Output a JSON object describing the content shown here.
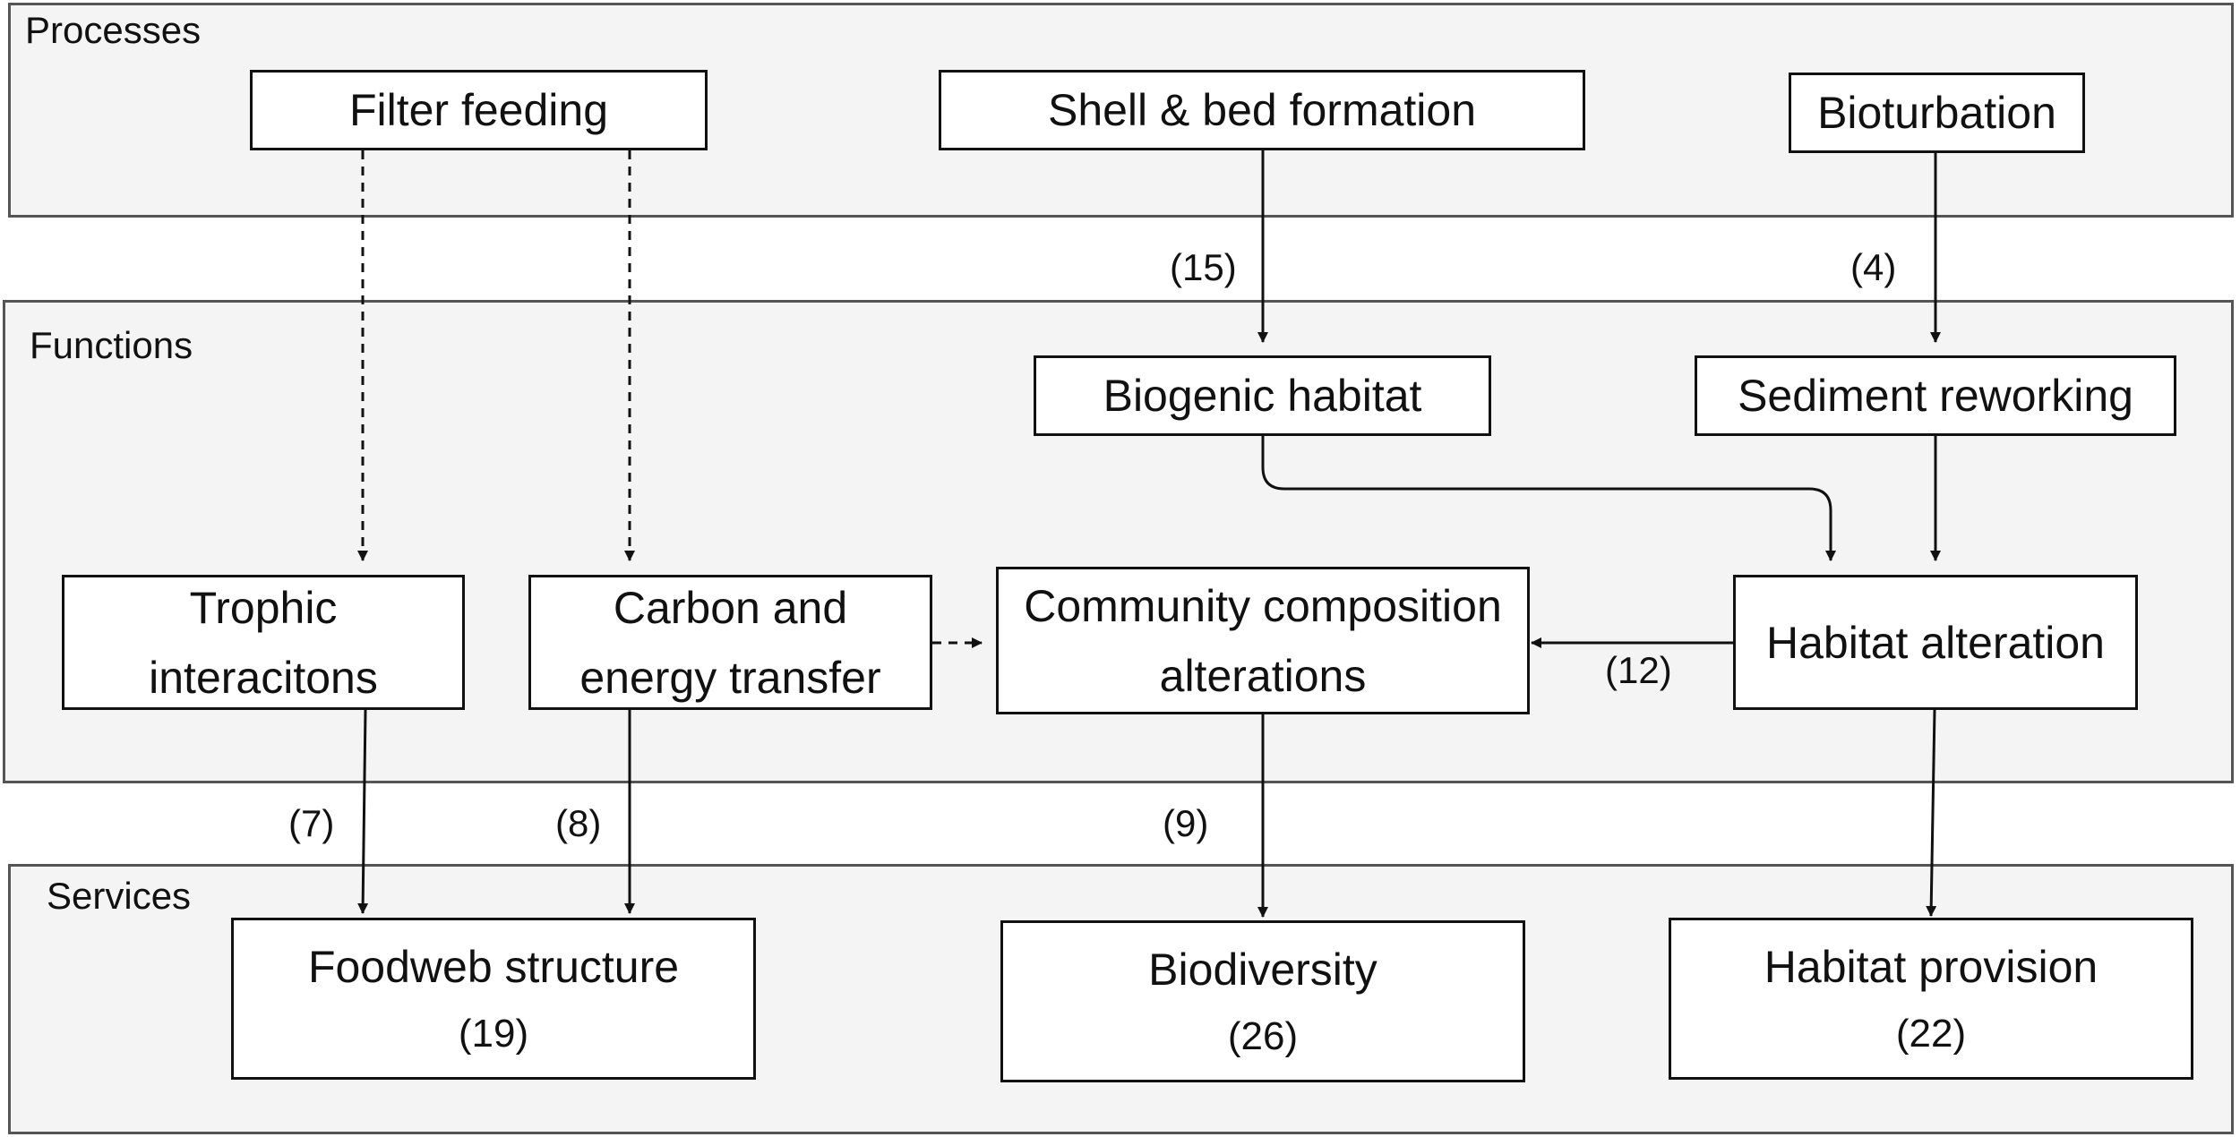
{
  "groups": {
    "processes": "Processes",
    "functions": "Functions",
    "services": "Services"
  },
  "nodes": {
    "filter_feeding": "Filter feeding",
    "shell_bed": "Shell & bed formation",
    "bioturbation": "Bioturbation",
    "biogenic_habitat": "Biogenic habitat",
    "sediment_reworking": "Sediment reworking",
    "trophic_line1": "Trophic",
    "trophic_line2": "interacitons",
    "carbon_line1": "Carbon and",
    "carbon_line2": "energy transfer",
    "community_line1": "Community composition",
    "community_line2": "alterations",
    "habitat_alteration": "Habitat alteration",
    "foodweb": "Foodweb structure",
    "foodweb_count": "(19)",
    "biodiversity": "Biodiversity",
    "biodiversity_count": "(26)",
    "habitat_provision": "Habitat provision",
    "habitat_provision_count": "(22)"
  },
  "edge_labels": {
    "shell_to_biogenic": "(15)",
    "bioturbation_to_sediment": "(4)",
    "habitat_to_community": "(12)",
    "trophic_to_foodweb": "(7)",
    "carbon_to_foodweb": "(8)",
    "community_to_biodiversity": "(9)"
  }
}
